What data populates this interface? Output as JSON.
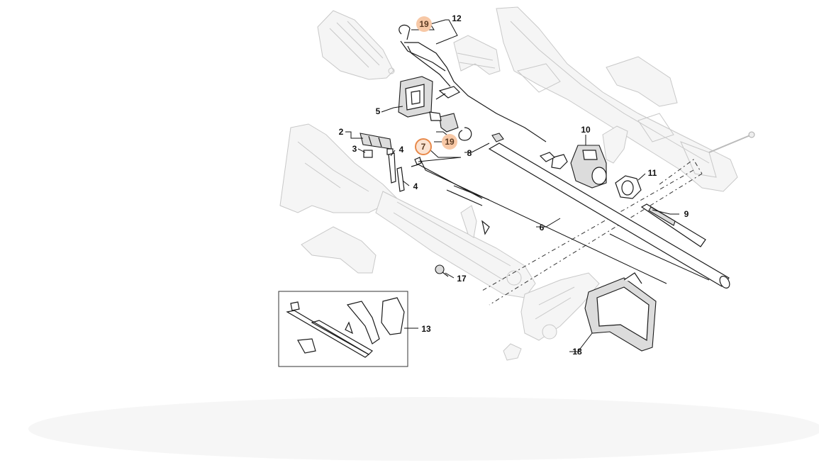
{
  "diagram": {
    "labels": {
      "p2": "2",
      "p3": "3",
      "p4a": "4",
      "p4b": "4",
      "p5": "5",
      "p6": "6",
      "p7": "7",
      "p8": "8",
      "p9": "9",
      "p10": "10",
      "p11": "11",
      "p12": "12",
      "p13": "13",
      "p17": "17",
      "p18": "18",
      "p19a": "19",
      "p19b": "19"
    },
    "highlight_color": "#f7c8a6",
    "highlight_ring_color": "#e8894a"
  }
}
